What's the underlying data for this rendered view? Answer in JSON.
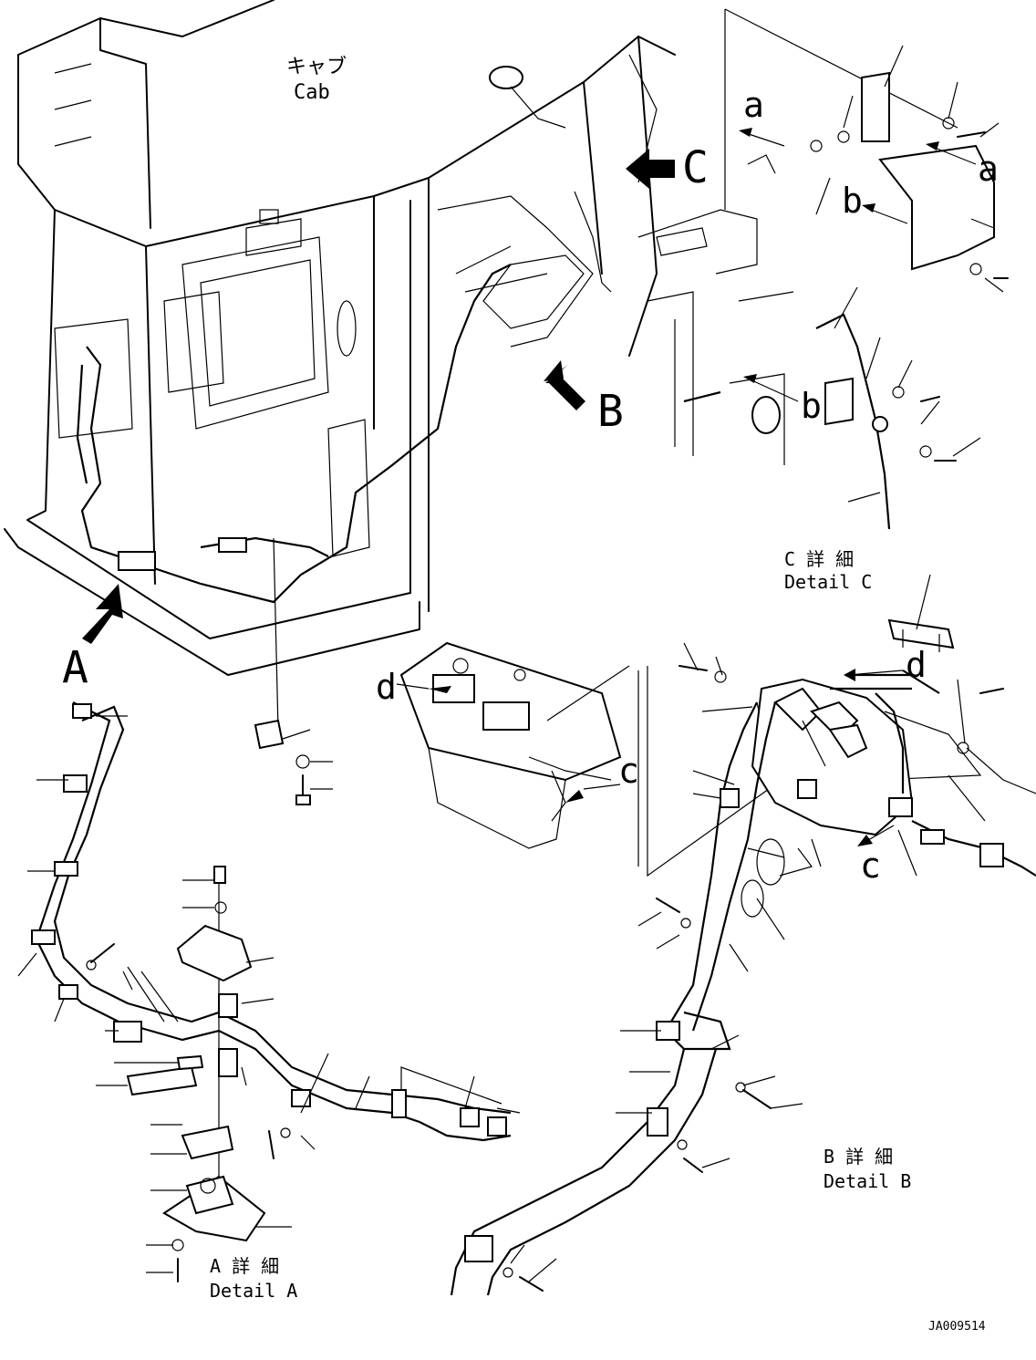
{
  "labels": {
    "cab_jp": "キャブ",
    "cab_en": "Cab",
    "view_a": "A",
    "view_b": "B",
    "view_c": "C",
    "ref_a": "a",
    "ref_b": "b",
    "ref_c": "c",
    "ref_d": "d",
    "detail_a_jp": "A 詳 細",
    "detail_a_en": "Detail A",
    "detail_b_jp": "B 詳 細",
    "detail_b_en": "Detail B",
    "detail_c_jp": "C 詳 細",
    "detail_c_en": "Detail C",
    "drawing_id": "JA009514"
  }
}
